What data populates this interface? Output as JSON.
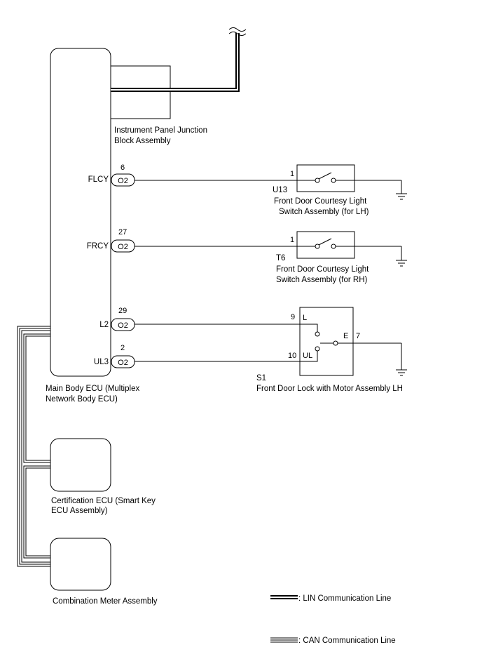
{
  "components": {
    "main_body_ecu": {
      "label_line1": "Main Body ECU (Multiplex",
      "label_line2": "Network Body ECU)"
    },
    "junction_block": {
      "label_line1": "Instrument Panel Junction",
      "label_line2": "Block Assembly"
    },
    "certification_ecu": {
      "label_line1": "Certification ECU (Smart Key",
      "label_line2": "ECU Assembly)"
    },
    "combination_meter": {
      "label": "Combination Meter Assembly"
    },
    "switch_lh": {
      "code": "U13",
      "pin": "1",
      "label_line1": "Front Door Courtesy Light",
      "label_line2": "Switch Assembly (for LH)"
    },
    "switch_rh": {
      "code": "T6",
      "pin": "1",
      "label_line1": "Front Door Courtesy Light",
      "label_line2": "Switch Assembly (for RH)"
    },
    "door_lock": {
      "code": "S1",
      "label": "Front Door Lock with Motor Assembly LH",
      "pin_l_num": "9",
      "pin_l_name": "L",
      "pin_ul_num": "10",
      "pin_ul_name": "UL",
      "pin_e_name": "E",
      "pin_e_num": "7"
    }
  },
  "ecu_terminals": [
    {
      "name": "FLCY",
      "pin": "6",
      "connector": "O2"
    },
    {
      "name": "FRCY",
      "pin": "27",
      "connector": "O2"
    },
    {
      "name": "L2",
      "pin": "29",
      "connector": "O2"
    },
    {
      "name": "UL3",
      "pin": "2",
      "connector": "O2"
    }
  ],
  "legend": {
    "lin": ": LIN Communication Line",
    "can": ": CAN Communication Line"
  }
}
